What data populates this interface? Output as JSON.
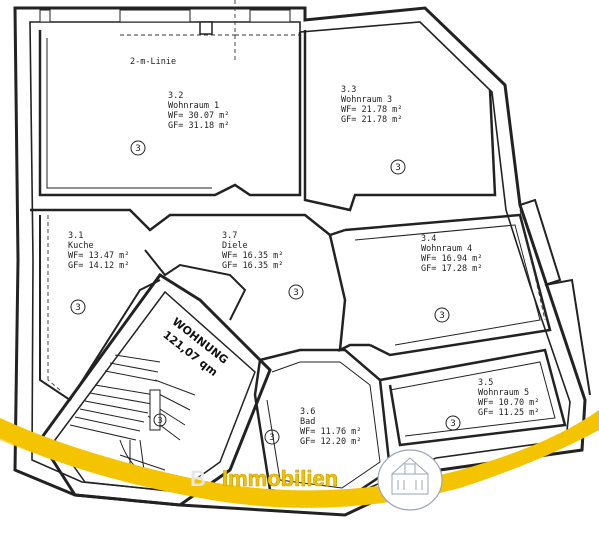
{
  "plan": {
    "two_m_line_label": "2-m-Linie",
    "rooms": [
      {
        "number": "3.2",
        "name": "Wohnraum 1",
        "wf": "WF= 30.07 m²",
        "gf": "GF= 31.18 m²",
        "marker": "3"
      },
      {
        "number": "3.3",
        "name": "Wohnraum 3",
        "wf": "WF= 21.78 m²",
        "gf": "GF= 21.78 m²",
        "marker": "3"
      },
      {
        "number": "3.1",
        "name": "Kuche",
        "wf": "WF= 13.47 m²",
        "gf": "GF= 14.12 m²",
        "marker": "3"
      },
      {
        "number": "3.7",
        "name": "Diele",
        "wf": "WF= 16.35 m²",
        "gf": "GF= 16.35 m²",
        "marker": "3"
      },
      {
        "number": "3.4",
        "name": "Wohnraum 4",
        "wf": "WF= 16.94 m²",
        "gf": "GF= 17.28 m²",
        "marker": "3"
      },
      {
        "number": "3.5",
        "name": "Wohnraum 5",
        "wf": "WF= 10.70 m²",
        "gf": "GF= 11.25 m²",
        "marker": "3"
      },
      {
        "number": "3.6",
        "name": "Bad",
        "wf": "WF= 11.76 m²",
        "gf": "GF= 12.20 m²",
        "marker": "3"
      }
    ],
    "stair_marker": "3",
    "wohnung_label": "WOHNUNG",
    "wohnung_area": "121,07 qm"
  },
  "logo": {
    "prefix": "B",
    "name": "Immobilien",
    "colors": {
      "swoosh": "#f5c400",
      "text": "#f2c200",
      "outline": "#c79a00"
    }
  },
  "colors": {
    "walls": "#222222",
    "background": "#ffffff"
  }
}
